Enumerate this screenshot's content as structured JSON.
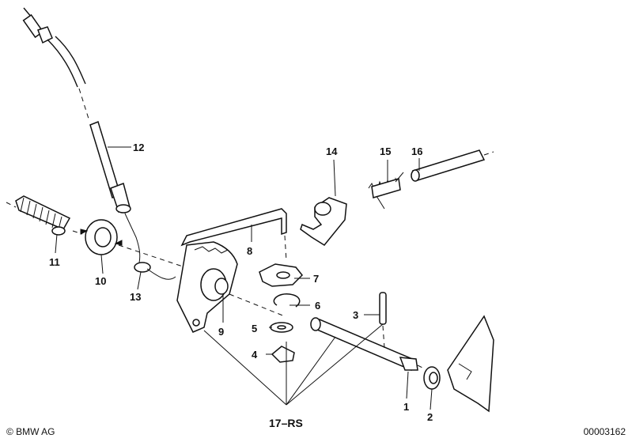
{
  "callouts": {
    "p1": "1",
    "p2": "2",
    "p3": "3",
    "p4": "4",
    "p5": "5",
    "p6": "6",
    "p7": "7",
    "p8": "8",
    "p9": "9",
    "p10": "10",
    "p11": "11",
    "p12": "12",
    "p13": "13",
    "p14": "14",
    "p15": "15",
    "p16": "16",
    "p17": "17–RS"
  },
  "footer": {
    "copyright": "© BMW AG",
    "doc_number": "00003162"
  }
}
